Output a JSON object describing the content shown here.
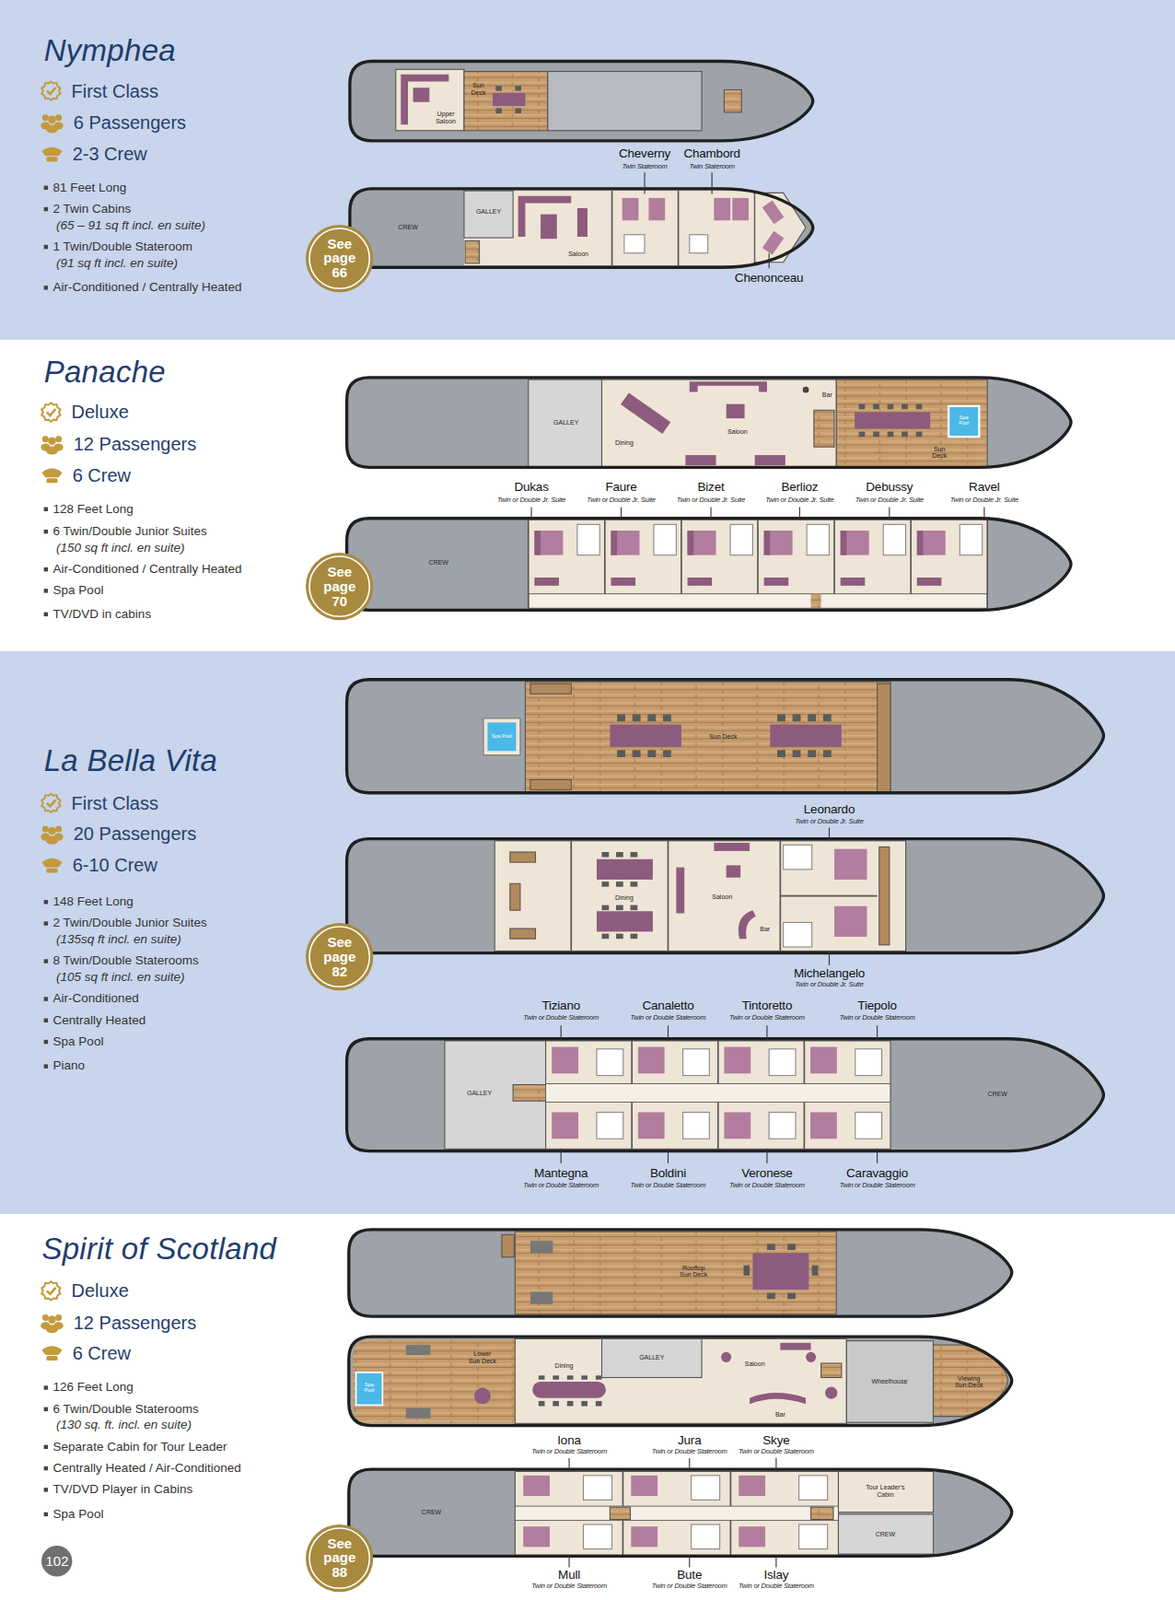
{
  "diagram": {
    "nodes": [
      {
        "text": [
          "See page 66"
        ]
      },
      {
        "text": [
          "See page 70"
        ]
      },
      {
        "text": [
          "See page 82"
        ]
      },
      {
        "text": [
          "See page 88"
        ]
      },
      {
        "text": [
          "102"
        ]
      }
    ],
    "labels": [
      "Nymphea",
      "First Class",
      "6 Passengers",
      "2-3 Crew",
      "81 Feet Long",
      "2 Twin Cabins",
      "(65 – 91 sq ft incl. en suite)",
      "1 Twin/Double Stateroom",
      "(91 sq ft incl. en suite)",
      "Air-Conditioned / Centrally Heated",
      "Sun Deck",
      "Upper Saloon",
      "Cheverny",
      "Twin Stateroom",
      "Chambord",
      "Twin Stateroom",
      "CREW",
      "GALLEY",
      "Saloon",
      "Chenonceau",
      "Panache",
      "Deluxe",
      "12 Passengers",
      "6 Crew",
      "128 Feet Long",
      "6 Twin/Double Junior Suites",
      "(150 sq ft incl. en suite)",
      "Air-Conditioned / Centrally Heated",
      "Spa Pool",
      "TV/DVD in cabins",
      "GALLEY",
      "Dining",
      "Saloon",
      "Bar",
      "Sun Deck",
      "Spa Pool",
      "Dukas",
      "Twin or Double Jr. Suite",
      "Faure",
      "Twin or Double Jr. Suite",
      "Bizet",
      "Twin or Double Jr. Suite",
      "Berlioz",
      "Twin or Double Jr. Suite",
      "Debussy",
      "Twin or Double Jr. Suite",
      "Ravel",
      "Twin or Double Jr. Suite",
      "CREW",
      "La Bella Vita",
      "First Class",
      "20 Passengers",
      "6-10 Crew",
      "148 Feet Long",
      "2 Twin/Double Junior Suites",
      "(135sq ft incl. en suite)",
      "8 Twin/Double Staterooms",
      "(105 sq ft incl. en suite)",
      "Air-Conditioned",
      "Centrally Heated",
      "Spa Pool",
      "Piano",
      "Spa Pool",
      "Sun Deck",
      "Leonardo",
      "Twin or Double Jr. Suite",
      "Dining",
      "Saloon",
      "Bar",
      "Michelangelo",
      "Twin or Double Jr. Suite",
      "Tiziano",
      "Twin or Double Stateroom",
      "Canaletto",
      "Twin or Double Stateroom",
      "Tintoretto",
      "Twin or Double Stateroom",
      "Tiepolo",
      "Twin or Double Stateroom",
      "GALLEY",
      "CREW",
      "Mantegna",
      "Twin or Double Stateroom",
      "Boldini",
      "Twin or Double Stateroom",
      "Veronese",
      "Twin or Double Stateroom",
      "Caravaggio",
      "Twin or Double Stateroom",
      "Spirit of Scotland",
      "Deluxe",
      "12 Passengers",
      "6 Crew",
      "126 Feet Long",
      "6 Twin/Double Staterooms",
      "(130 sq. ft. incl. en suite)",
      "Separate Cabin for Tour Leader",
      "Centrally Heated / Air-Conditioned",
      "TV/DVD Player in Cabins",
      "Spa Pool",
      "Rooftop Sun Deck",
      "Spa Pool",
      "Lower Sun Deck",
      "Dining",
      "GALLEY",
      "Saloon",
      "Bar",
      "Wheelhouse",
      "Viewing Sun Deck",
      "Iona",
      "Twin or Double Stateroom",
      "Jura",
      "Twin or Double Stateroom",
      "Skye",
      "Twin or Double Stateroom",
      "CREW",
      "Tour Leader's Cabin",
      "CREW",
      "Mull",
      "Twin or Double Stateroom",
      "Bute",
      "Twin or Double Stateroom",
      "Islay",
      "Twin or Double Stateroom"
    ]
  }
}
